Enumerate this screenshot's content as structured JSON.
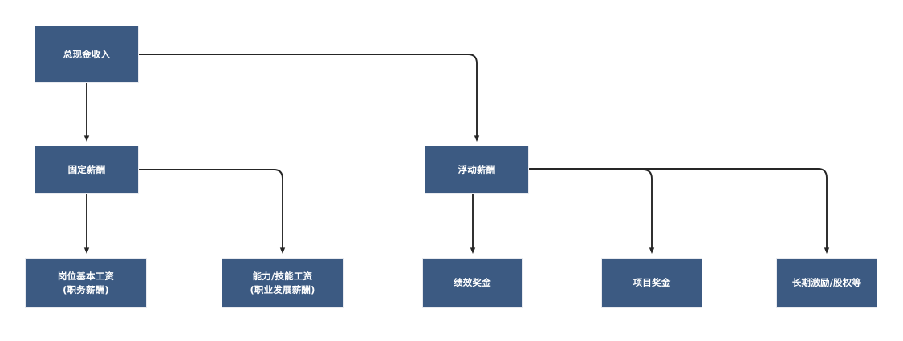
{
  "diagram": {
    "title_text": "总现金收入",
    "theme": {
      "node_fill": "#3C5A82",
      "node_border": "#e8eaef",
      "node_text": "#ffffff",
      "edge_color": "#262626",
      "background": "#ffffff"
    },
    "nodes": [
      {
        "id": "root",
        "line1": "总现金收入",
        "line2": "",
        "level": 0
      },
      {
        "id": "fixed",
        "line1": "固定薪酬",
        "line2": "",
        "level": 1
      },
      {
        "id": "variable",
        "line1": "浮动薪酬",
        "line2": "",
        "level": 1
      },
      {
        "id": "base",
        "line1": "岗位基本工资",
        "line2": "(职务薪酬)",
        "level": 2
      },
      {
        "id": "skill",
        "line1": "能力/技能工资",
        "line2": "(职业发展薪酬)",
        "level": 2
      },
      {
        "id": "perf",
        "line1": "绩效奖金",
        "line2": "",
        "level": 2
      },
      {
        "id": "proj",
        "line1": "项目奖金",
        "line2": "",
        "level": 2
      },
      {
        "id": "equity",
        "line1": "长期激励/股权等",
        "line2": "",
        "level": 2
      }
    ],
    "edges": [
      {
        "from": "root",
        "to": "fixed",
        "style": "straight-down"
      },
      {
        "from": "root",
        "to": "variable",
        "style": "elbow-right"
      },
      {
        "from": "fixed",
        "to": "base",
        "style": "straight-down"
      },
      {
        "from": "fixed",
        "to": "skill",
        "style": "elbow-right"
      },
      {
        "from": "variable",
        "to": "perf",
        "style": "straight-down"
      },
      {
        "from": "variable",
        "to": "proj",
        "style": "elbow-right"
      },
      {
        "from": "variable",
        "to": "equity",
        "style": "elbow-right"
      }
    ]
  }
}
